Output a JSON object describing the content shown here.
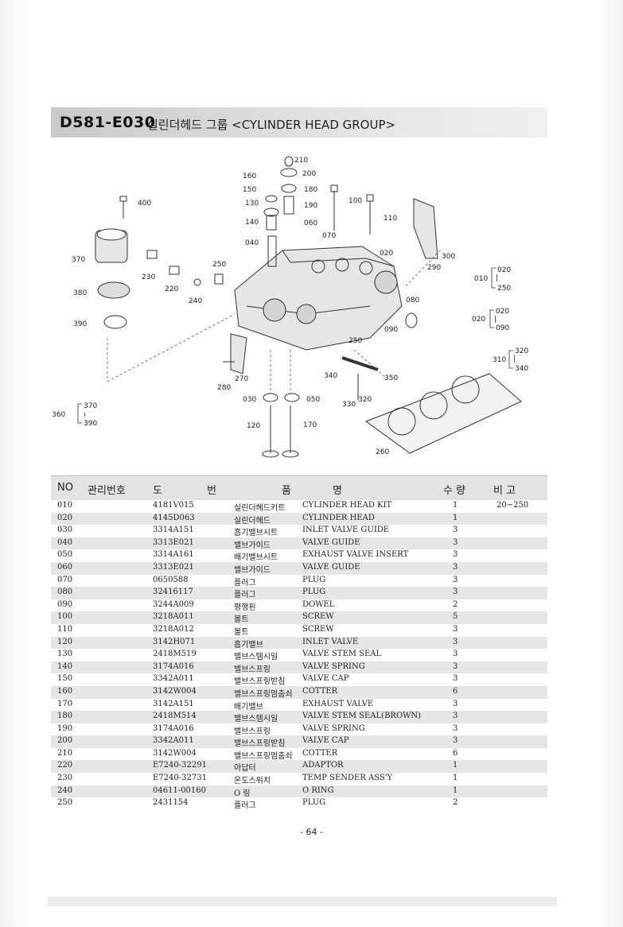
{
  "header": {
    "code": "D581-E030",
    "title": "실린더헤드 그룹 <CYLINDER HEAD GROUP>"
  },
  "diagram": {
    "callouts": [
      "210",
      "200",
      "160",
      "150",
      "180",
      "130",
      "190",
      "140",
      "060",
      "040",
      "070",
      "100",
      "110",
      "400",
      "370",
      "230",
      "220",
      "250",
      "240",
      "380",
      "390",
      "020",
      "290",
      "300",
      "080",
      "090",
      "250",
      "270",
      "280",
      "340",
      "350",
      "320",
      "330",
      "030",
      "050",
      "120",
      "170",
      "260"
    ],
    "groups": [
      {
        "id": "010",
        "from": "020",
        "sep": "|",
        "to": "250"
      },
      {
        "id": "020",
        "from": "020",
        "sep": "|",
        "to": "090"
      },
      {
        "id": "310",
        "from": "320",
        "sep": "|",
        "to": "340"
      },
      {
        "id": "360",
        "from": "370",
        "sep": "≀",
        "to": "390"
      }
    ]
  },
  "table": {
    "headers": {
      "no": "NO",
      "mgmt": "관리번호",
      "drawing1": "도",
      "drawing2": "번",
      "name1": "품",
      "name2": "명",
      "qty": "수 량",
      "remark": "비  고"
    },
    "rows": [
      {
        "no": "010",
        "part": "4181V015",
        "kr": "실린더헤드키트",
        "en": "CYLINDER HEAD KIT",
        "qty": "1",
        "remark": "20~250"
      },
      {
        "no": "020",
        "part": "4145D063",
        "kr": "실린더헤드",
        "en": "CYLINDER HEAD",
        "qty": "1",
        "remark": ""
      },
      {
        "no": "030",
        "part": "3314A151",
        "kr": "흡기밸브시트",
        "en": "INLET VALVE GUIDE",
        "qty": "3",
        "remark": ""
      },
      {
        "no": "040",
        "part": "3313E021",
        "kr": "밸브가이드",
        "en": "VALVE GUIDE",
        "qty": "3",
        "remark": ""
      },
      {
        "no": "050",
        "part": "3314A161",
        "kr": "배기밸브시트",
        "en": "EXHAUST VALVE INSERT",
        "qty": "3",
        "remark": ""
      },
      {
        "no": "060",
        "part": "3313E021",
        "kr": "밸브가이드",
        "en": "VALVE GUIDE",
        "qty": "3",
        "remark": ""
      },
      {
        "no": "070",
        "part": "0650588",
        "kr": "플러그",
        "en": "PLUG",
        "qty": "3",
        "remark": ""
      },
      {
        "no": "080",
        "part": "32416117",
        "kr": "플러그",
        "en": "PLUG",
        "qty": "3",
        "remark": ""
      },
      {
        "no": "090",
        "part": "3244A009",
        "kr": "평행핀",
        "en": "DOWEL",
        "qty": "2",
        "remark": ""
      },
      {
        "no": "100",
        "part": "3218A011",
        "kr": "볼트",
        "en": "SCREW",
        "qty": "5",
        "remark": ""
      },
      {
        "no": "110",
        "part": "3218A012",
        "kr": "볼트",
        "en": "SCREW",
        "qty": "3",
        "remark": ""
      },
      {
        "no": "120",
        "part": "3142H071",
        "kr": "흡기밸브",
        "en": "INLET VALVE",
        "qty": "3",
        "remark": ""
      },
      {
        "no": "130",
        "part": "2418M519",
        "kr": "밸브스템시일",
        "en": "VALVE STEM SEAL",
        "qty": "3",
        "remark": ""
      },
      {
        "no": "140",
        "part": "3174A016",
        "kr": "밸브스프링",
        "en": "VALVE SPRING",
        "qty": "3",
        "remark": ""
      },
      {
        "no": "150",
        "part": "3342A011",
        "kr": "밸브스프링받침",
        "en": "VALVE CAP",
        "qty": "3",
        "remark": ""
      },
      {
        "no": "160",
        "part": "3142W004",
        "kr": "밸브스프링멈춤쇠",
        "en": "COTTER",
        "qty": "6",
        "remark": ""
      },
      {
        "no": "170",
        "part": "3142A151",
        "kr": "배기밸브",
        "en": "EXHAUST VALVE",
        "qty": "3",
        "remark": ""
      },
      {
        "no": "180",
        "part": "2418M514",
        "kr": "밸브스템시일",
        "en": "VALVE STEM SEAL(BROWN)",
        "qty": "3",
        "remark": ""
      },
      {
        "no": "190",
        "part": "3174A016",
        "kr": "밸브스프링",
        "en": "VALVE SPRING",
        "qty": "3",
        "remark": ""
      },
      {
        "no": "200",
        "part": "3342A011",
        "kr": "밸브스프링받침",
        "en": "VALVE CAP",
        "qty": "3",
        "remark": ""
      },
      {
        "no": "210",
        "part": "3142W004",
        "kr": "밸브스프링멈춤쇠",
        "en": "COTTER",
        "qty": "6",
        "remark": ""
      },
      {
        "no": "220",
        "part": "E7240-32291",
        "kr": "아답터",
        "en": "ADAPTOR",
        "qty": "1",
        "remark": ""
      },
      {
        "no": "230",
        "part": "E7240-32731",
        "kr": "온도스위치",
        "en": "TEMP SENDER ASS'Y",
        "qty": "1",
        "remark": ""
      },
      {
        "no": "240",
        "part": "04611-00160",
        "kr": "O 링",
        "en": "O RING",
        "qty": "1",
        "remark": ""
      },
      {
        "no": "250",
        "part": "2431154",
        "kr": "플러그",
        "en": "PLUG",
        "qty": "2",
        "remark": ""
      }
    ]
  },
  "footer": {
    "page": "- 64 -"
  }
}
